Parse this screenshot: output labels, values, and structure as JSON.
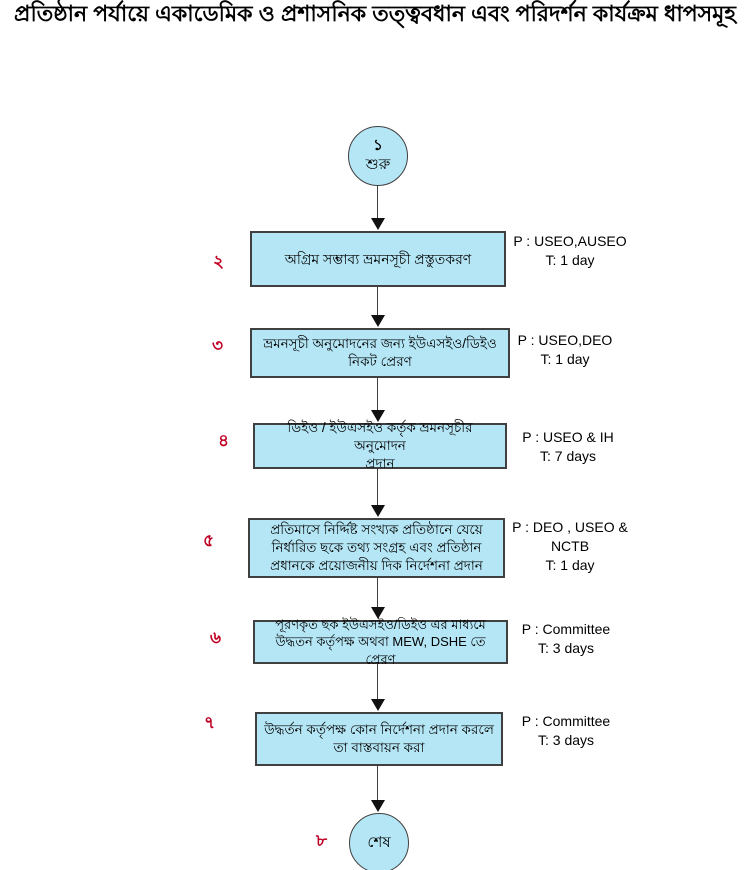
{
  "title": "প্রতিষ্ঠান পর্যায়ে একাডেমিক ও প্রশাসনিক তত্ত্ববধান এবং পরিদর্শন কার্যক্রম ধাপসমূহ",
  "colors": {
    "node_fill": "#b5e6f5",
    "node_border": "#404040",
    "step_number": "#c00023",
    "arrow": "#404040"
  },
  "start": {
    "number": "১",
    "label": "শুরু"
  },
  "end": {
    "number": "৮",
    "label": "শেষ"
  },
  "steps": [
    {
      "number": "২",
      "lines": [
        "অগ্রিম সম্ভাব্য ভ্রমনসূচী প্রস্তুতকরণ"
      ],
      "annotation": [
        "P : USEO,AUSEO",
        "T: 1 day"
      ]
    },
    {
      "number": "৩",
      "lines": [
        "ভ্রমনসূচী অনুমোদনের জন্য ইউএসইও/ডিইও",
        "নিকট  প্রেরণ"
      ],
      "annotation": [
        "P : USEO,DEO",
        "T: 1 day"
      ]
    },
    {
      "number": "৪",
      "lines": [
        "ডিইও / ইউএসইও কর্তৃক ভ্রমনসূচীর অনুমোদন",
        "প্রদান"
      ],
      "annotation": [
        "P : USEO & IH",
        "T: 7 days"
      ]
    },
    {
      "number": "৫",
      "lines": [
        "প্রতিমাসে নির্দ্দিষ্ট সংখ্যক প্রতিষ্ঠানে যেয়ে",
        "নির্ধারিত ছকে তথ্য সংগ্রহ এবং প্রতিষ্ঠান",
        "প্রধানকে প্রয়োজনীয় দিক নির্দেশনা প্রদান"
      ],
      "annotation": [
        "P : DEO , USEO &",
        "NCTB",
        "T: 1 day"
      ]
    },
    {
      "number": "৬",
      "lines": [
        "পূরণকৃত ছক ইউএসইও/ডিইও  এর মাধ্যমে",
        "উদ্ধতন কর্তৃপক্ষ অথবা MEW, DSHE তে প্রেরণ"
      ],
      "annotation": [
        "P : Committee",
        "T: 3 days"
      ]
    },
    {
      "number": "৭",
      "lines": [
        "উদ্ধর্তন কর্তৃপক্ষ কোন নির্দেশনা প্রদান করলে",
        "তা বাস্তবায়ন করা"
      ],
      "annotation": [
        "P : Committee",
        "T: 3 days"
      ]
    }
  ]
}
